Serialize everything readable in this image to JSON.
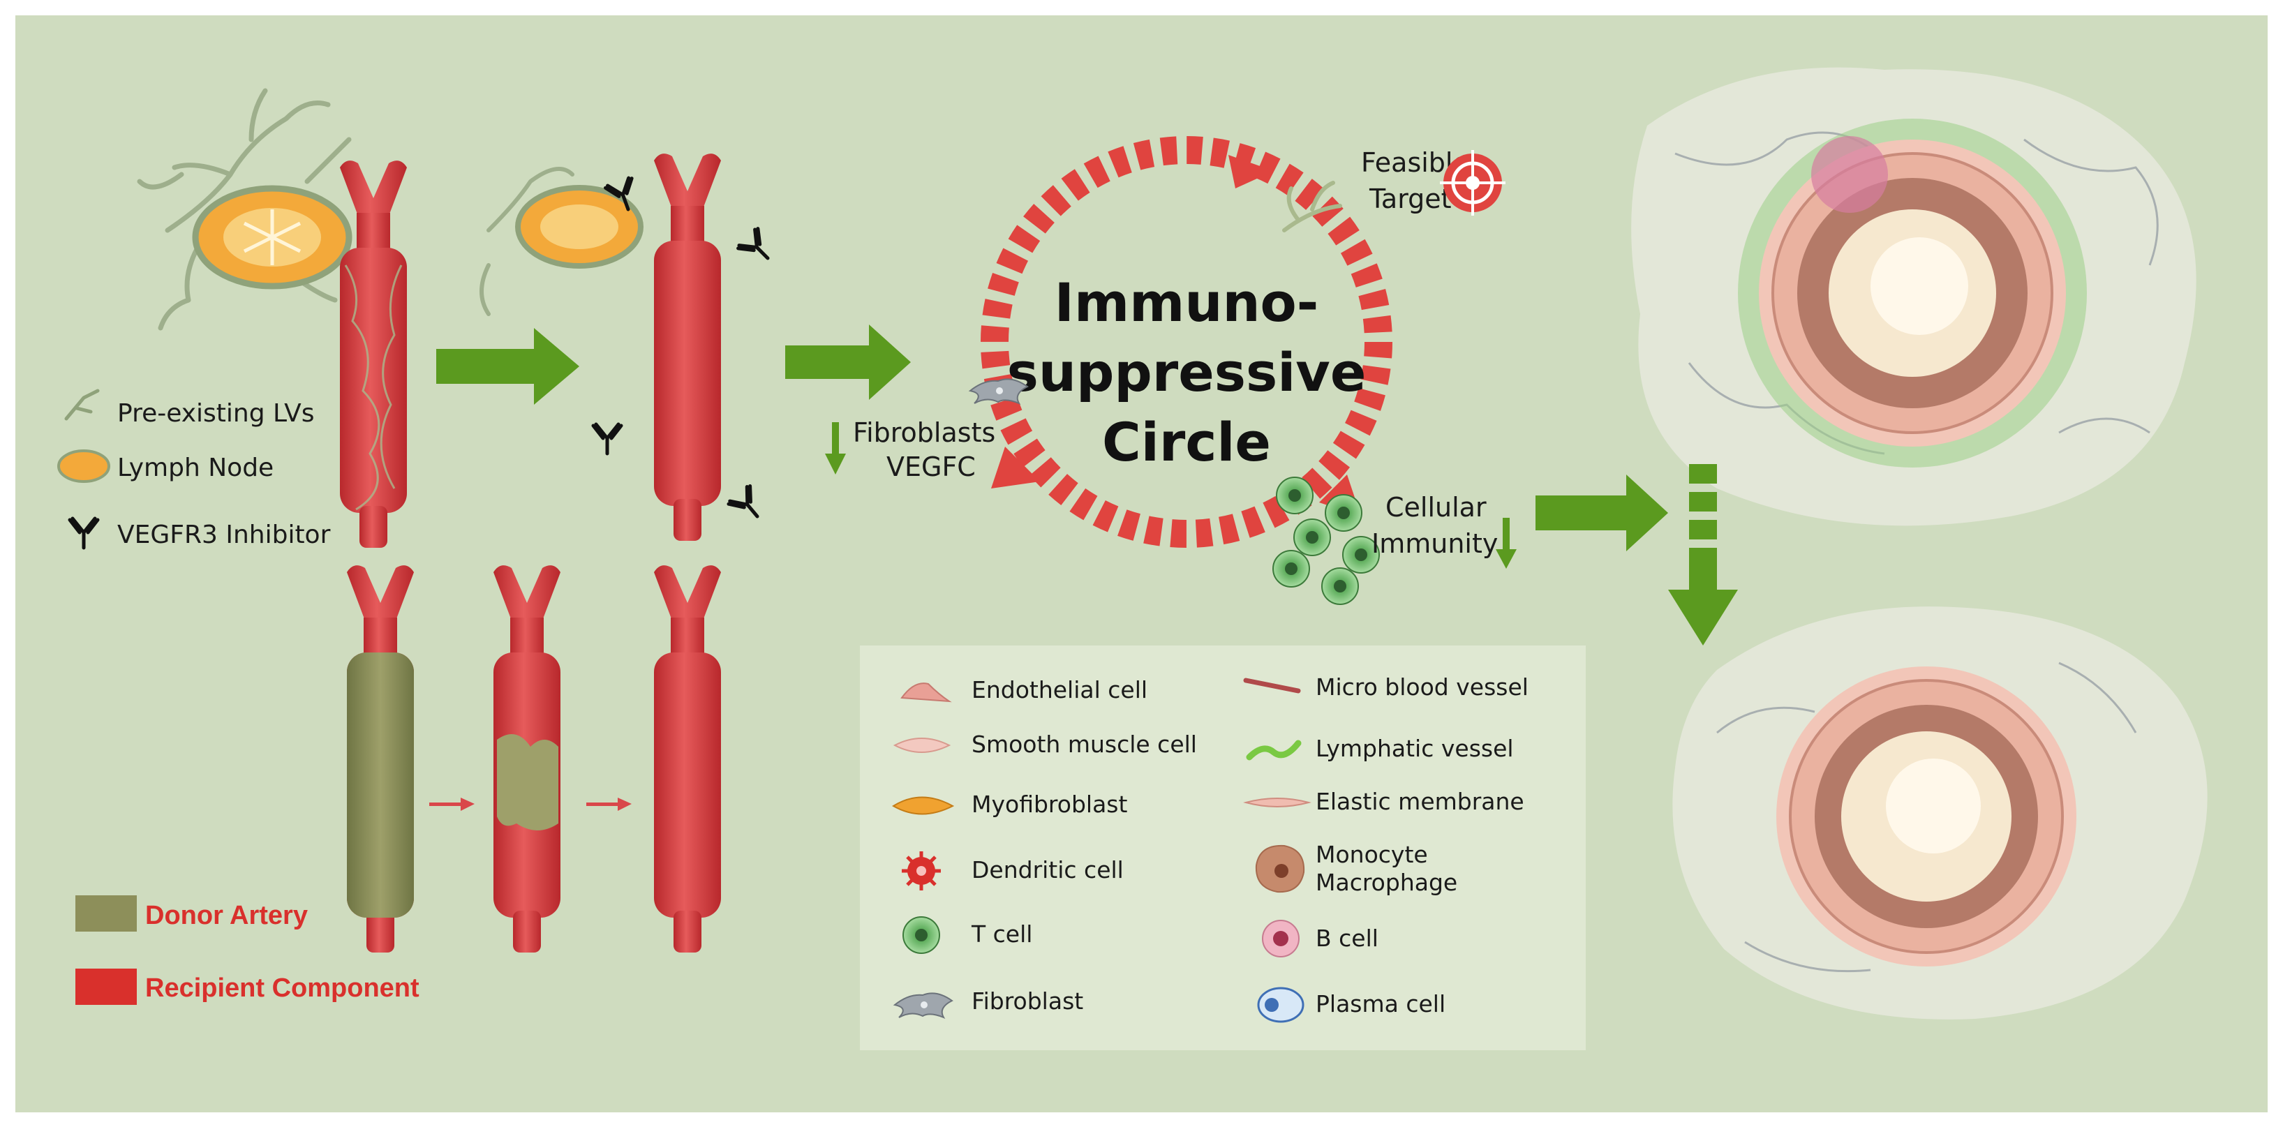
{
  "legend_top": {
    "pre_existing_lvs": "Pre-existing LVs",
    "lymph_node": "Lymph Node",
    "vegfr3_inhibitor": "VEGFR3 Inhibitor"
  },
  "fibroblasts": {
    "line1": "Fibroblasts",
    "line2": "VEGFC"
  },
  "circle": {
    "line1": "Immuno-",
    "line2": "suppressive",
    "line3": "Circle"
  },
  "feasible": {
    "line1": "Feasible",
    "line2": "Target"
  },
  "cellular": {
    "line1": "Cellular",
    "line2": "Immunity"
  },
  "artery_legend": {
    "donor": "Donor Artery",
    "recipient": "Recipient Component"
  },
  "cell_legend": {
    "endothelial": "Endothelial cell",
    "smooth_muscle": "Smooth muscle cell",
    "myofibroblast": "Myofibroblast",
    "dendritic": "Dendritic cell",
    "t_cell": "T cell",
    "fibroblast": "Fibroblast",
    "micro_vessel": "Micro blood vessel",
    "lymphatic": "Lymphatic vessel",
    "elastic": "Elastic membrane",
    "monocyte1": "Monocyte",
    "monocyte2": "Macrophage",
    "b_cell": "B cell",
    "plasma": "Plasma cell"
  },
  "colors": {
    "background": "#cfdcbf",
    "arrow_green": "#5b9a1f",
    "artery_red": "#d9474a",
    "donor_olive": "#8d8f5a",
    "circle_red": "#e0443f",
    "t_cell_green": "#7cc47a"
  }
}
